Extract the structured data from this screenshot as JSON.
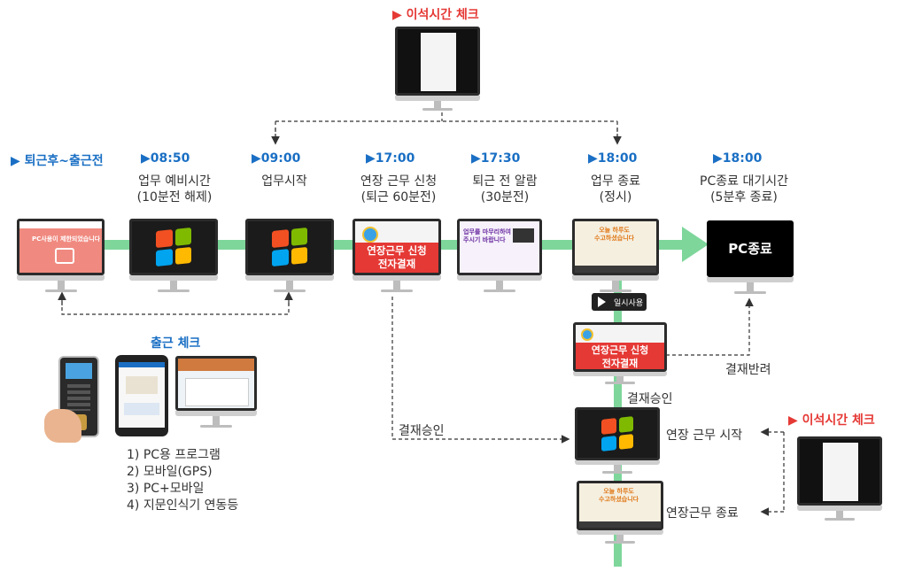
{
  "top_check": {
    "title": "▶ 이석시간 체크"
  },
  "right_check": {
    "title": "▶ 이석시간 체크"
  },
  "stages": [
    {
      "time": "▶ 퇴근후~출근전",
      "desc": ""
    },
    {
      "time": "▶08:50",
      "desc": "업무 예비시간\n(10분전 해제)"
    },
    {
      "time": "▶09:00",
      "desc": "업무시작"
    },
    {
      "time": "▶17:00",
      "desc": "연장 근무 신청\n(퇴근 60분전)"
    },
    {
      "time": "▶17:30",
      "desc": "퇴근 전 알람\n(30분전)"
    },
    {
      "time": "▶18:00",
      "desc": "업무 종료\n(정시)"
    },
    {
      "time": "▶18:00",
      "desc": "PC종료 대기시간\n(5분후 종료)"
    }
  ],
  "screens": {
    "locked_text": "PC사용이 제한되었습니다",
    "overtime_card": "연장근무 신청\n전자결재",
    "overtime_card_small": "연장근무 신청\n전자결재",
    "alarm_text": "업무를 마무리하여\n주시기 바랍니다",
    "end_text": "오늘 하루도\n수고하셨습니다",
    "pc_off": "PC종료",
    "temp_use": "일시사용"
  },
  "flow_labels": {
    "approval_return": "결재반려",
    "approval_ok_right": "결재승인",
    "approval_ok_left": "결재승인",
    "overtime_start": "연장 근무 시작",
    "overtime_end": "연장근무 종료"
  },
  "attendance": {
    "title": "출근 체크",
    "items": [
      "1)   PC용 프로그램",
      "2)   모바일(GPS)",
      "3)   PC+모바일",
      "4)   지문인식기 연동등"
    ]
  },
  "colors": {
    "blue": "#1a6fc4",
    "red": "#e53935",
    "green": "#7ed69b"
  }
}
